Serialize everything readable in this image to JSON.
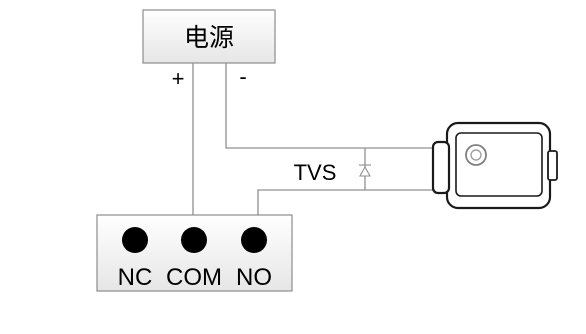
{
  "power_supply": {
    "label": "电源",
    "positive_terminal": "+",
    "negative_terminal": "-"
  },
  "suppressor": {
    "label": "TVS",
    "icon": "tvs-diode-icon"
  },
  "relay_block": {
    "terminals": [
      "NC",
      "COM",
      "NO"
    ]
  },
  "lock": {
    "icon": "electric-lock-icon"
  },
  "colors": {
    "line": "#909090",
    "box_border": "#8c8c8c",
    "box_top": "#ffffff",
    "box_bottom": "#e8e8e8",
    "terminal_dot": "#000000",
    "lock_outline": "#1a1a1a"
  }
}
